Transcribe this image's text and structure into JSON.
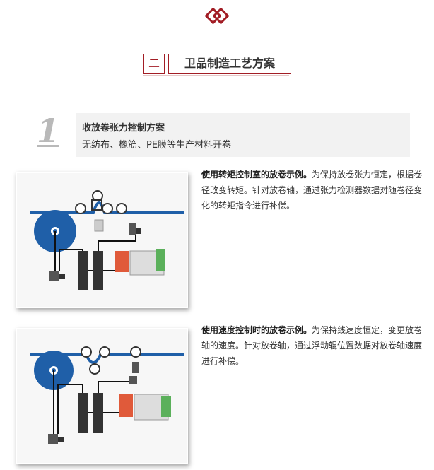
{
  "header": {
    "logo_icon": "double-diamond-icon"
  },
  "section": {
    "number": "二",
    "title": "卫品制造工艺方案"
  },
  "item": {
    "number": "1",
    "title": "收放卷张力控制方案",
    "subtitle": "无纺布、橡筋、PE膜等生产材料开卷"
  },
  "examples": [
    {
      "bold": "使用转矩控制室的放卷示例。",
      "text": "为保持放卷张力恒定，根据卷径改变转矩。针对放卷轴，通过张力检测器数据对随卷径变化的转矩指令进行补偿。"
    },
    {
      "bold": "使用速度控制时的放卷示例。",
      "text": "为保持线速度恒定，变更放卷轴的速度。针对放卷轴，通过浮动辊位置数据对放卷轴速度进行补偿。"
    }
  ],
  "colors": {
    "accent": "#a21d25",
    "roll_blue": "#1f5fa8",
    "box_bg": "#f2f2f2"
  }
}
